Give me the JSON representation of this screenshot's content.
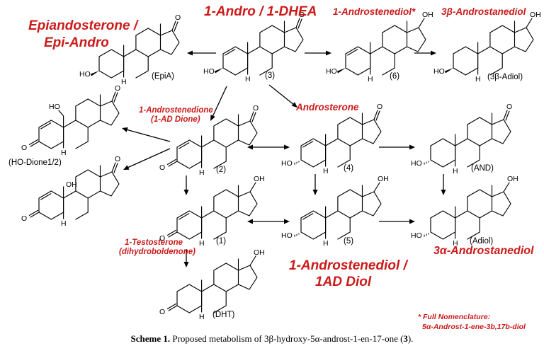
{
  "titles": {
    "epia_title": "Epiandosterone /",
    "epia_title2": "Epi-Andro",
    "top_title": "1-Andro / 1-DHEA",
    "androstenediol_top": "1-Androstenediol*",
    "androstanediol_3b": "3β-Androstanediol",
    "ad_dione": "1-Androstenedione",
    "ad_dione2": "(1-AD Dione)",
    "androsterone": "Androsterone",
    "testosterone": "1-Testosterone",
    "testosterone2": "(dihydroboldenone)",
    "ad_diol": "1-Androstenediol /",
    "ad_diol2": "1AD Diol",
    "androstanediol_3a": "3α-Androstanediol",
    "footnote1": "* Full Nomenclature:",
    "footnote2": "5α-Androst-1-ene-3b,17b-diol"
  },
  "compounds": {
    "epia": "(EpiA)",
    "c3": "(3)",
    "c6": "(6)",
    "adiol3b": "(3β-Adiol)",
    "hodione": "(HO-Dione1/2)",
    "c2": "(2)",
    "c4": "(4)",
    "and": "(AND)",
    "c1": "(1)",
    "c5": "(5)",
    "adiol": "(Adiol)",
    "dht": "(DHT)"
  },
  "atoms": {
    "o": "O",
    "oh": "OH",
    "ho": "HO",
    "h": "H"
  },
  "caption": {
    "label": "Scheme 1.",
    "text": "Proposed metabolism of 3β-hydroxy-5α-androst-1-en-17-one (",
    "number": "3",
    "end": ")."
  }
}
